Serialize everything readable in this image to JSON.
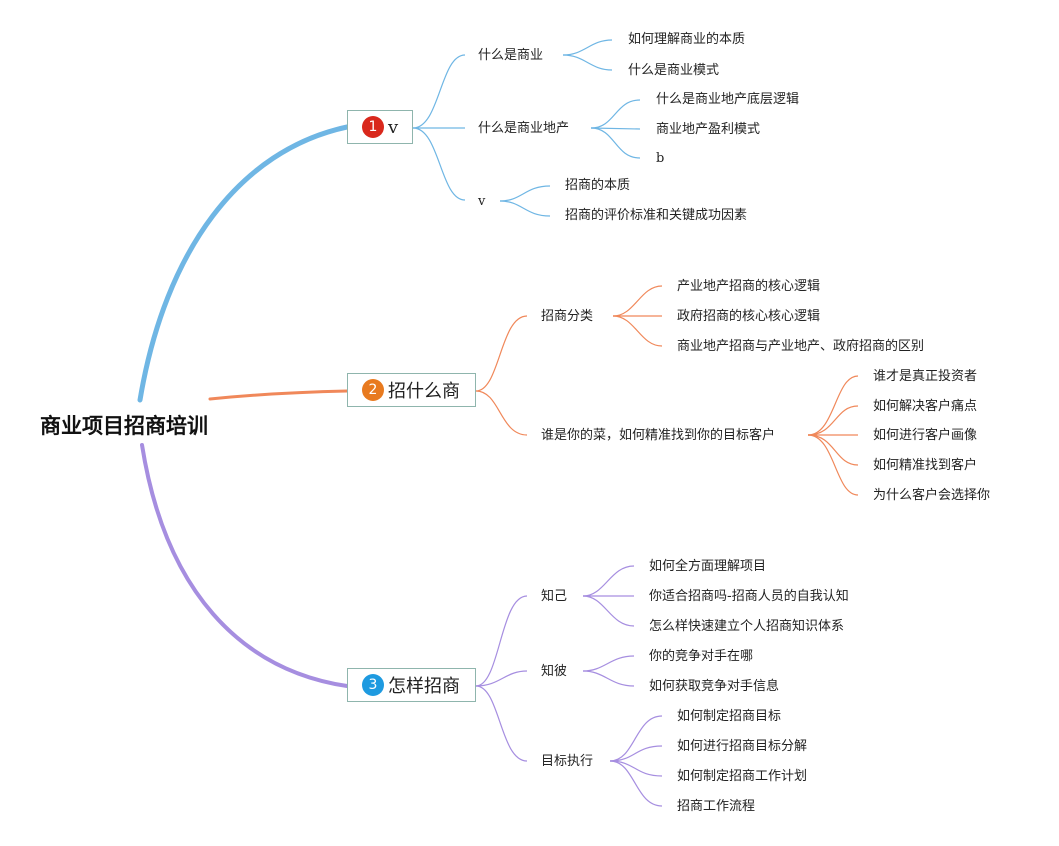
{
  "root": {
    "label": "商业项目招商培训"
  },
  "colors": {
    "branch1": "#6fb6e4",
    "branch2": "#f0885a",
    "branch3": "#a68ee0",
    "badge1": "#d9281c",
    "badge2": "#e87a1f",
    "badge3": "#1e9ae0",
    "node_border": "#8fb5ad"
  },
  "branches": [
    {
      "badge": "1",
      "label": "v",
      "children": [
        {
          "label": "什么是商业",
          "children": [
            "如何理解商业的本质",
            "什么是商业模式"
          ]
        },
        {
          "label": "什么是商业地产",
          "children": [
            "什么是商业地产底层逻辑",
            "商业地产盈利模式",
            "b"
          ]
        },
        {
          "label": "v",
          "children": [
            "招商的本质",
            "招商的评价标准和关键成功因素"
          ]
        }
      ]
    },
    {
      "badge": "2",
      "label": "招什么商",
      "children": [
        {
          "label": "招商分类",
          "children": [
            "产业地产招商的核心逻辑",
            "政府招商的核心核心逻辑",
            "商业地产招商与产业地产、政府招商的区别"
          ]
        },
        {
          "label": "谁是你的菜，如何精准找到你的目标客户",
          "children": [
            "谁才是真正投资者",
            "如何解决客户痛点",
            "如何进行客户画像",
            "如何精准找到客户",
            "为什么客户会选择你"
          ]
        }
      ]
    },
    {
      "badge": "3",
      "label": "怎样招商",
      "children": [
        {
          "label": "知己",
          "children": [
            "如何全方面理解项目",
            "你适合招商吗-招商人员的自我认知",
            "怎么样快速建立个人招商知识体系"
          ]
        },
        {
          "label": "知彼",
          "children": [
            "你的竞争对手在哪",
            "如何获取竞争对手信息"
          ]
        },
        {
          "label": "目标执行",
          "children": [
            "如何制定招商目标",
            "如何进行招商目标分解",
            "如何制定招商工作计划",
            "招商工作流程"
          ]
        }
      ]
    }
  ]
}
